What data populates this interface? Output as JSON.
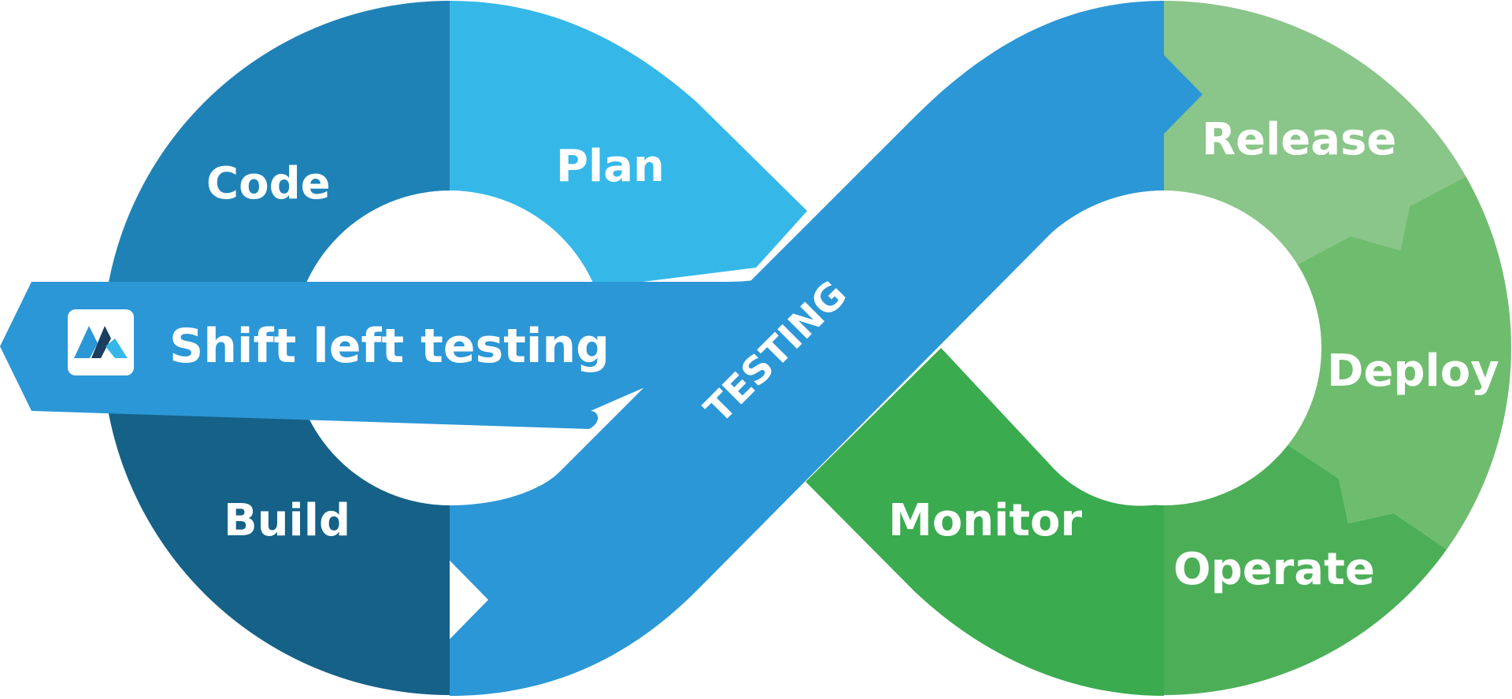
{
  "diagram": {
    "stages": {
      "code": "Code",
      "plan": "Plan",
      "build": "Build",
      "release": "Release",
      "deploy": "Deploy",
      "operate": "Operate",
      "monitor": "Monitor"
    },
    "center_label": "TESTING",
    "banner": {
      "label": "Shift left testing",
      "logo_icon": "brand-logo-icon"
    },
    "colors": {
      "code": "#1f82b7",
      "plan": "#35b8e8",
      "build": "#156187",
      "testing": "#2b97d6",
      "release": "#8ac589",
      "deploy": "#6ebd6e",
      "operate": "#4caf58",
      "monitor": "#3aab4f",
      "banner": "#2b97d6",
      "text": "#ffffff"
    }
  }
}
